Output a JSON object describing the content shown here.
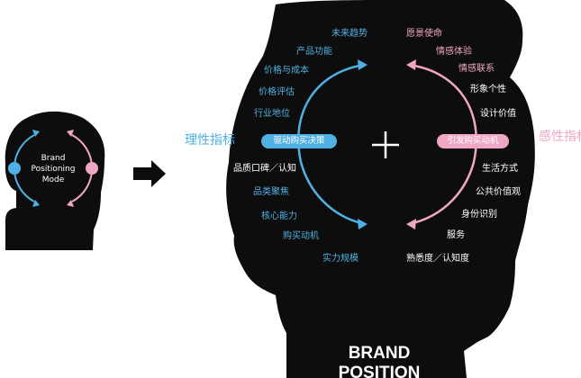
{
  "colors": {
    "background": "#ffffff",
    "head": "#0d0d0d",
    "rational": "#4fb1e3",
    "emotional": "#f0a6c5",
    "text": "#ffffff"
  },
  "mini": {
    "title_lines": [
      "Brand",
      "Positioning",
      "Mode"
    ]
  },
  "arrow_icon": "right-arrow-icon",
  "side_labels": {
    "rational": "理性指标",
    "emotional": "感性指标"
  },
  "pills": {
    "rational": "驱动购买决策",
    "emotional": "引发购买动机"
  },
  "plus_icon": "plus-icon",
  "rational_items": [
    "未来趋势",
    "产品功能",
    "价格与成本",
    "价格评估",
    "行业地位",
    "品质口碑／认知",
    "品类聚焦",
    "核心能力",
    "购买动机",
    "实力规模"
  ],
  "emotional_items": [
    "愿景使命",
    "情感体验",
    "情感联系",
    "形象个性",
    "设计价值",
    "生活方式",
    "公共价值观",
    "身份识别",
    "服务",
    "熟悉度／认知度"
  ],
  "brand_lines": [
    "BRAND",
    "POSITION"
  ]
}
